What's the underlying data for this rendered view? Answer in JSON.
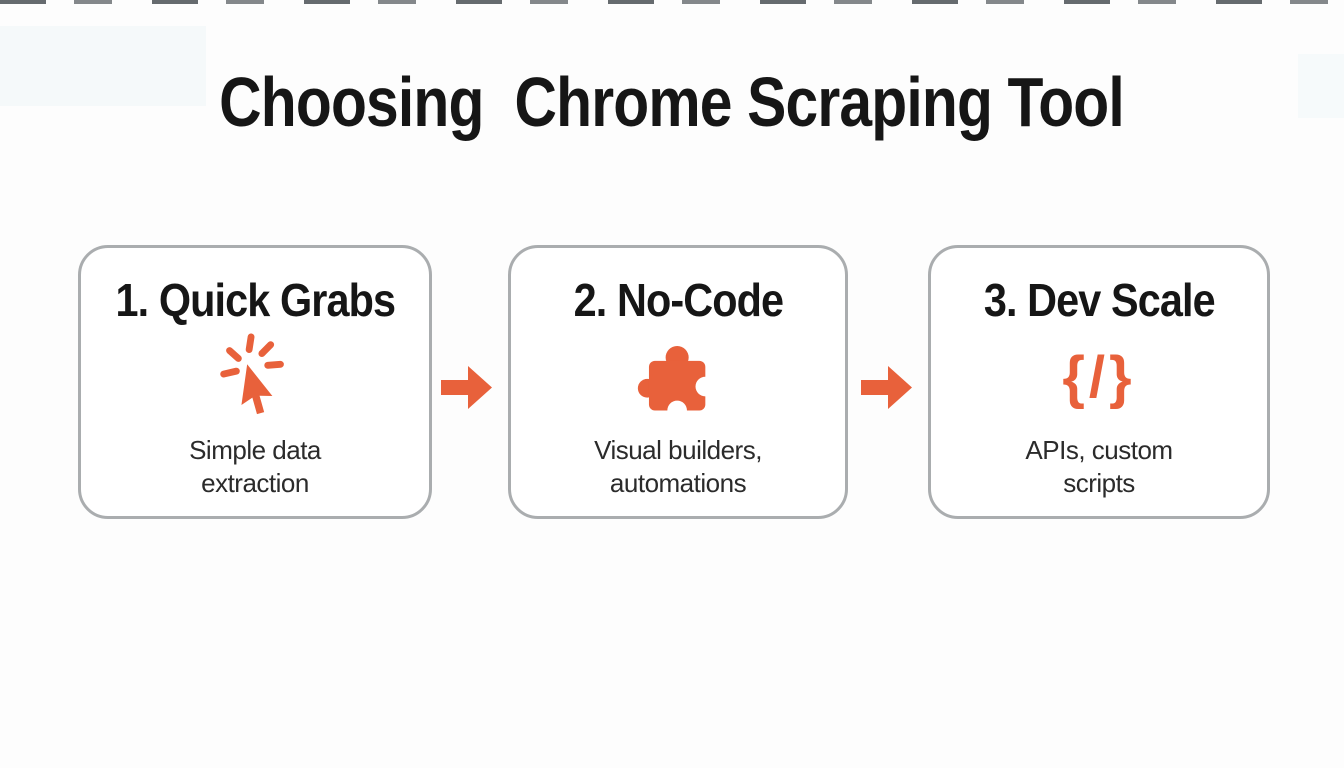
{
  "title": "Choosing  Chrome Scraping Tool",
  "colors": {
    "accent": "#E8613B",
    "border": "#AAADAF",
    "ink": "#161616",
    "body_ink": "#2B2B2B",
    "background": "#FDFDFD"
  },
  "steps": [
    {
      "heading": "1. Quick Grabs",
      "icon": "cursor-click-icon",
      "lines": [
        "Simple data",
        "extraction"
      ]
    },
    {
      "heading": "2. No-Code",
      "icon": "puzzle-piece-icon",
      "lines": [
        "Visual builders,",
        "automations"
      ]
    },
    {
      "heading": "3. Dev Scale",
      "icon": "code-braces-icon",
      "icon_text": "{/}",
      "lines": [
        "APIs, custom",
        "scripts"
      ]
    }
  ],
  "arrows": [
    {
      "icon": "arrow-right-icon"
    },
    {
      "icon": "arrow-right-icon"
    }
  ]
}
